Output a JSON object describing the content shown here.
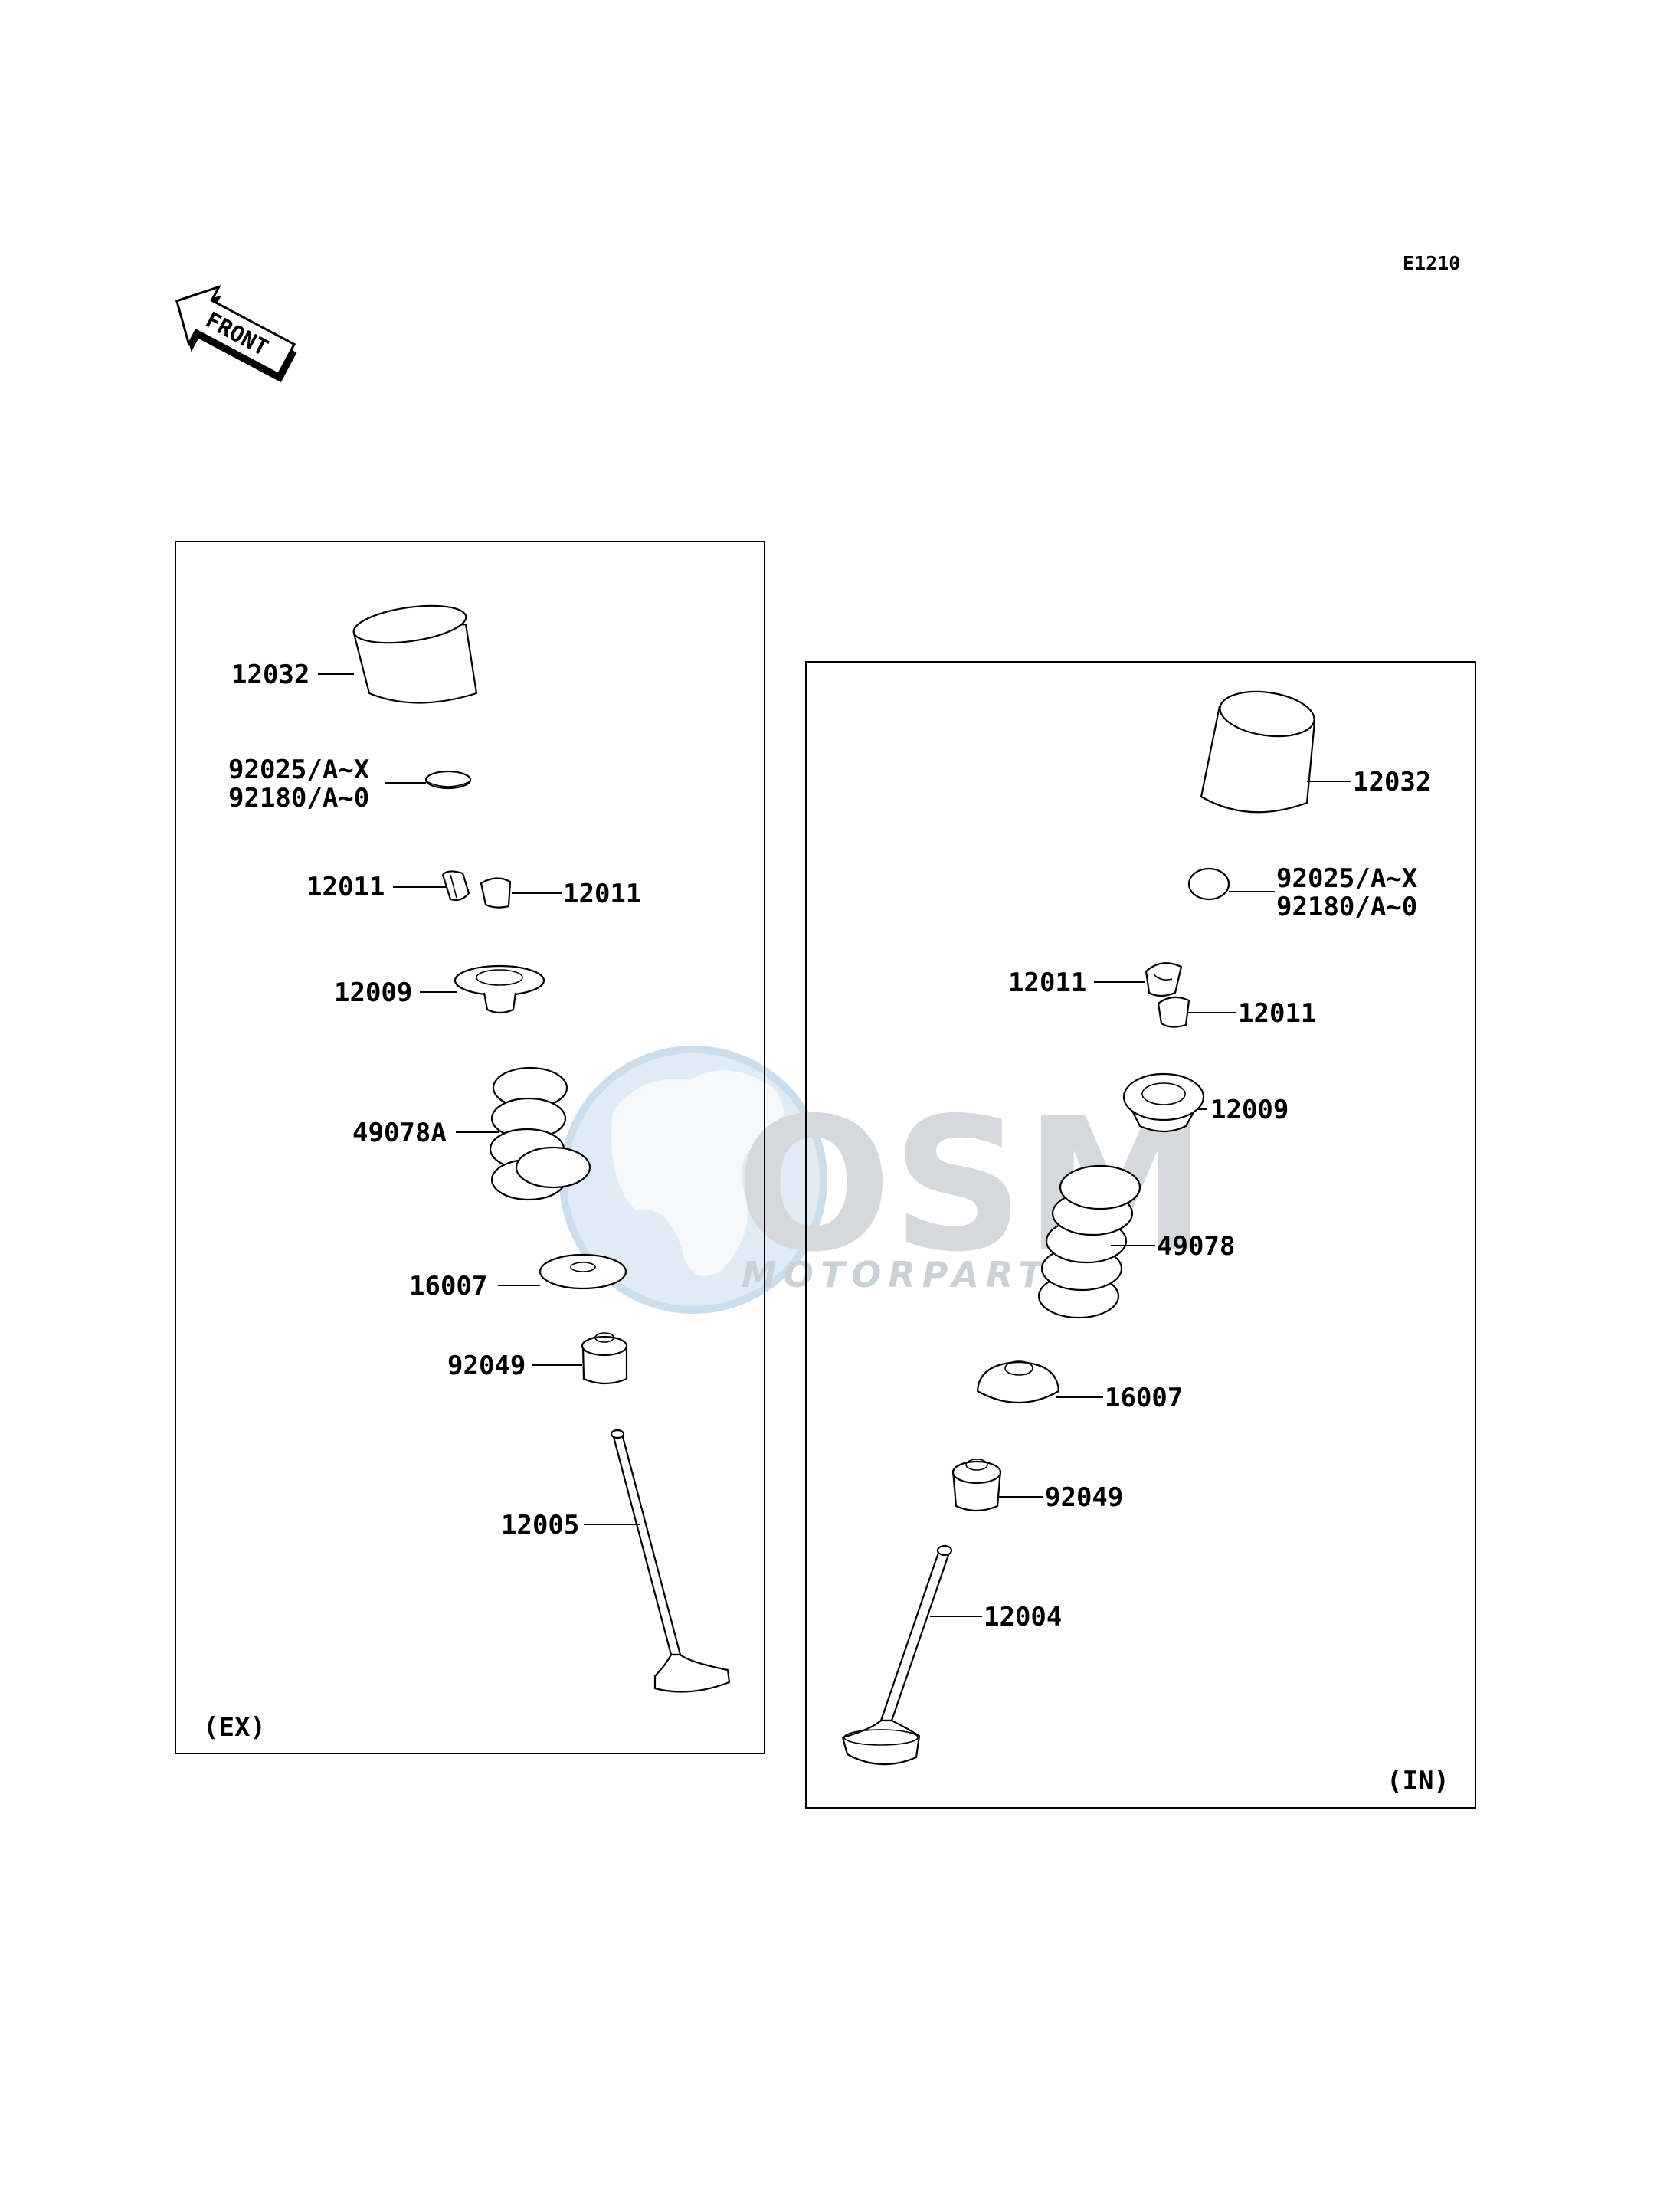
{
  "diagram_code": "E1210",
  "front_label": "FRONT",
  "watermark": {
    "brand": "OSM",
    "sub": "MOTORPARTS"
  },
  "exhaust_panel": {
    "tag": "(EX)",
    "labels": {
      "lifter": "12032",
      "shim_a": "92025/A~X",
      "shim_b": "92180/A~0",
      "cotter_left": "12011",
      "cotter_right": "12011",
      "retainer": "12009",
      "spring": "49078A",
      "spring_seat": "16007",
      "stem_seal": "92049",
      "valve": "12005"
    }
  },
  "intake_panel": {
    "tag": "(IN)",
    "labels": {
      "lifter": "12032",
      "shim_a": "92025/A~X",
      "shim_b": "92180/A~0",
      "cotter_left": "12011",
      "cotter_right": "12011",
      "retainer": "12009",
      "spring": "49078",
      "spring_seat": "16007",
      "stem_seal": "92049",
      "valve": "12004"
    }
  }
}
